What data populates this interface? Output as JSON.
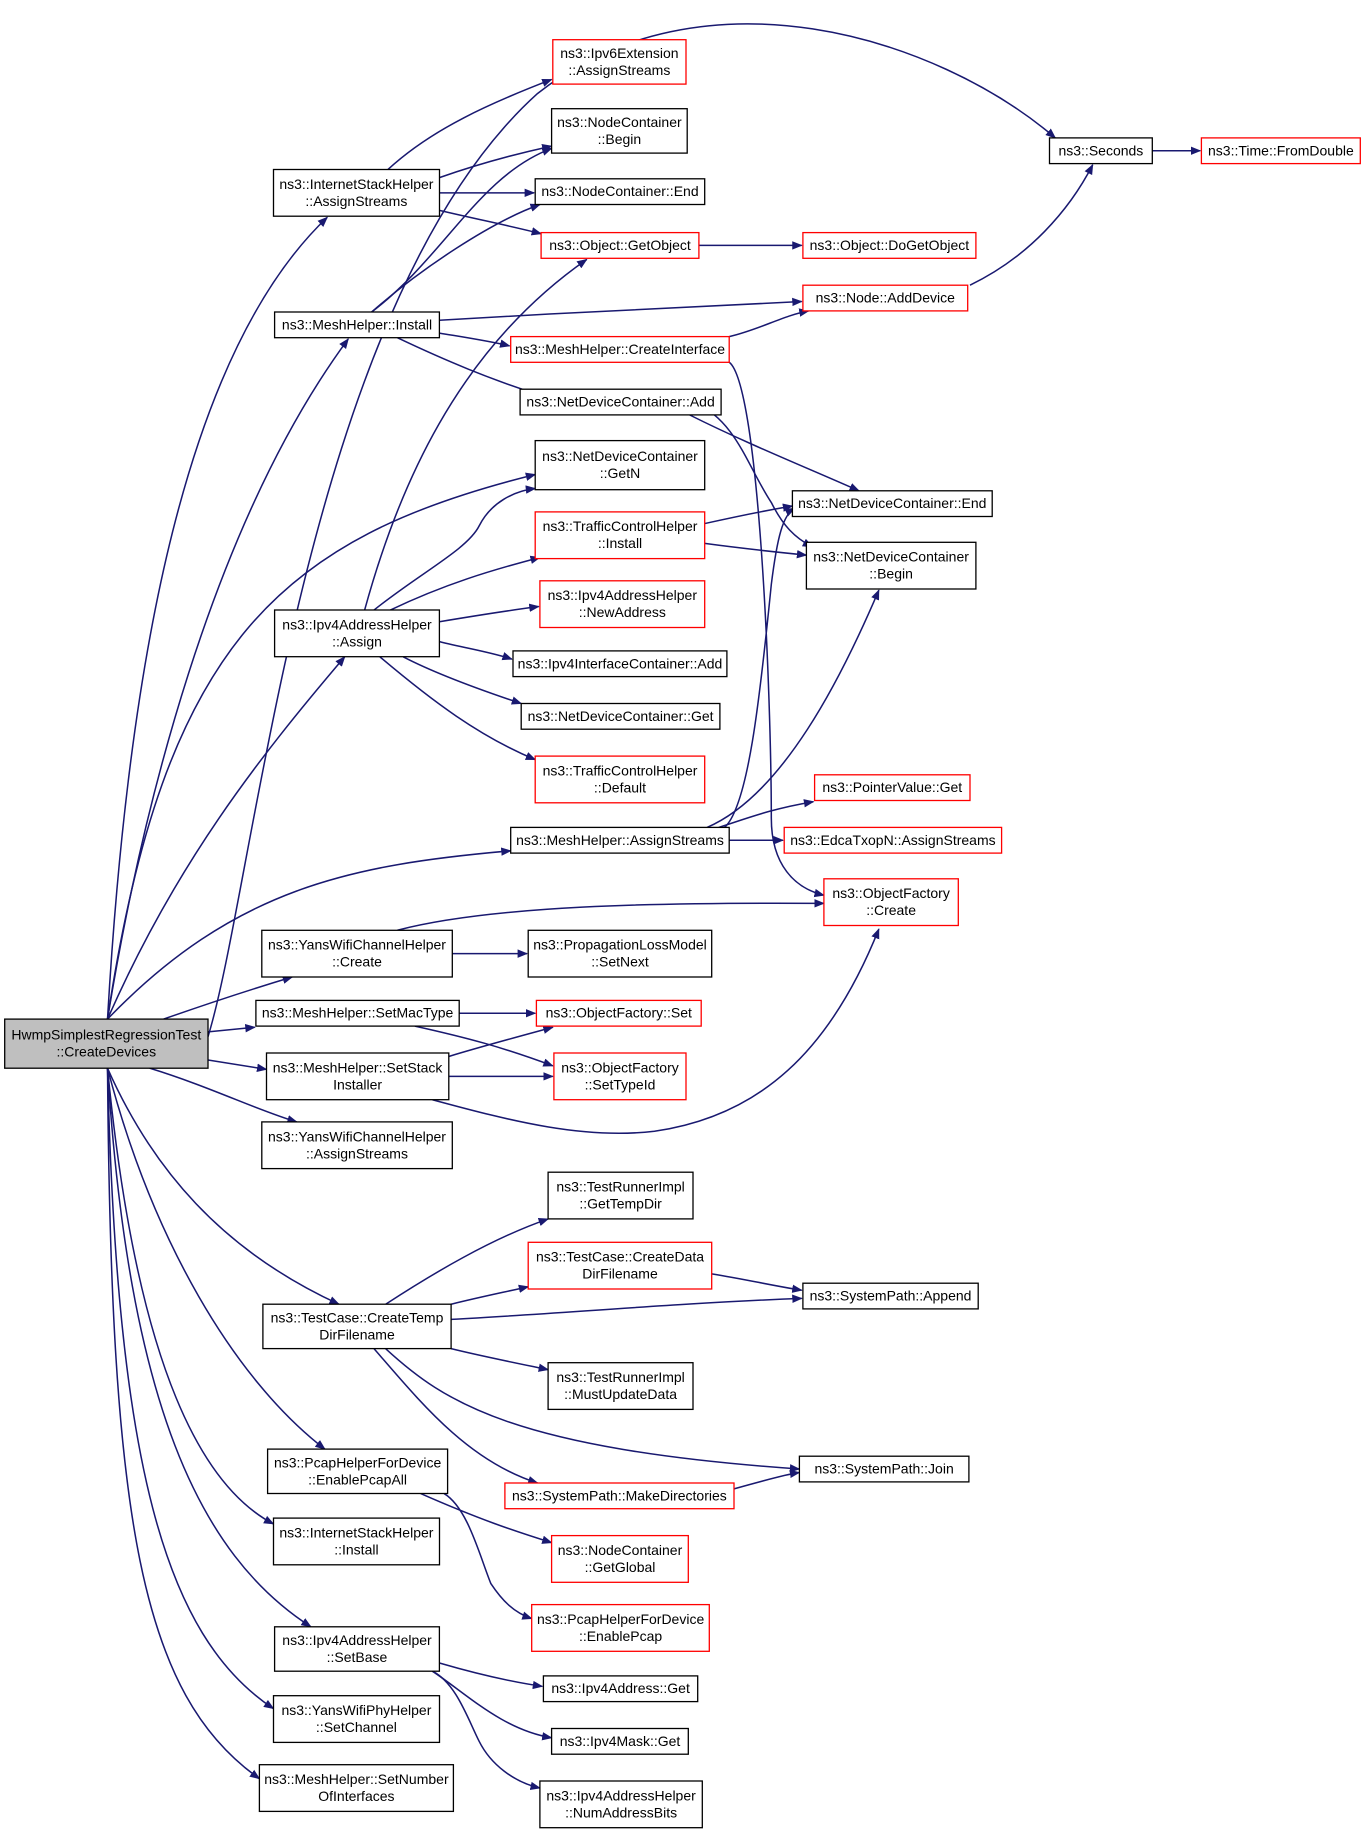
{
  "colors": {
    "edge": "#191970",
    "node_border_default": "#000000",
    "node_border_highlight": "#ff0000",
    "root_fill": "#bfbfbf",
    "node_fill": "#ffffff"
  },
  "nodes": [
    {
      "id": "root",
      "lines": [
        "HwmpSimplestRegressionTest",
        "::CreateDevices"
      ],
      "style": "root"
    },
    {
      "id": "ish_assign",
      "lines": [
        "ns3::InternetStackHelper",
        "::AssignStreams"
      ],
      "style": "normal"
    },
    {
      "id": "ipv6ext",
      "lines": [
        "ns3::Ipv6Extension",
        "::AssignStreams"
      ],
      "style": "red"
    },
    {
      "id": "nc_begin",
      "lines": [
        "ns3::NodeContainer",
        "::Begin"
      ],
      "style": "normal"
    },
    {
      "id": "nc_end",
      "lines": [
        "ns3::NodeContainer::End"
      ],
      "style": "normal"
    },
    {
      "id": "obj_get",
      "lines": [
        "ns3::Object::GetObject"
      ],
      "style": "red"
    },
    {
      "id": "obj_doget",
      "lines": [
        "ns3::Object::DoGetObject"
      ],
      "style": "red"
    },
    {
      "id": "seconds",
      "lines": [
        "ns3::Seconds"
      ],
      "style": "normal"
    },
    {
      "id": "fromdouble",
      "lines": [
        "ns3::Time::FromDouble"
      ],
      "style": "red"
    },
    {
      "id": "mesh_install",
      "lines": [
        "ns3::MeshHelper::Install"
      ],
      "style": "normal"
    },
    {
      "id": "node_add",
      "lines": [
        "ns3::Node::AddDevice"
      ],
      "style": "red"
    },
    {
      "id": "mesh_create_if",
      "lines": [
        "ns3::MeshHelper::CreateInterface"
      ],
      "style": "red"
    },
    {
      "id": "ndc_add",
      "lines": [
        "ns3::NetDeviceContainer::Add"
      ],
      "style": "normal"
    },
    {
      "id": "ndc_getn",
      "lines": [
        "ns3::NetDeviceContainer",
        "::GetN"
      ],
      "style": "normal"
    },
    {
      "id": "ndc_end",
      "lines": [
        "ns3::NetDeviceContainer::End"
      ],
      "style": "normal"
    },
    {
      "id": "tch_install",
      "lines": [
        "ns3::TrafficControlHelper",
        "::Install"
      ],
      "style": "red"
    },
    {
      "id": "ndc_begin",
      "lines": [
        "ns3::NetDeviceContainer",
        "::Begin"
      ],
      "style": "normal"
    },
    {
      "id": "ipv4ah_assign",
      "lines": [
        "ns3::Ipv4AddressHelper",
        "::Assign"
      ],
      "style": "normal"
    },
    {
      "id": "ipv4ah_newaddr",
      "lines": [
        "ns3::Ipv4AddressHelper",
        "::NewAddress"
      ],
      "style": "red"
    },
    {
      "id": "ipv4ic_add",
      "lines": [
        "ns3::Ipv4InterfaceContainer::Add"
      ],
      "style": "normal"
    },
    {
      "id": "ndc_get",
      "lines": [
        "ns3::NetDeviceContainer::Get"
      ],
      "style": "normal"
    },
    {
      "id": "tch_default",
      "lines": [
        "ns3::TrafficControlHelper",
        "::Default"
      ],
      "style": "red"
    },
    {
      "id": "ptr_get",
      "lines": [
        "ns3::PointerValue::Get"
      ],
      "style": "red"
    },
    {
      "id": "mesh_assign",
      "lines": [
        "ns3::MeshHelper::AssignStreams"
      ],
      "style": "normal"
    },
    {
      "id": "edca_assign",
      "lines": [
        "ns3::EdcaTxopN::AssignStreams"
      ],
      "style": "red"
    },
    {
      "id": "of_create",
      "lines": [
        "ns3::ObjectFactory",
        "::Create"
      ],
      "style": "red"
    },
    {
      "id": "ywch_create",
      "lines": [
        "ns3::YansWifiChannelHelper",
        "::Create"
      ],
      "style": "normal"
    },
    {
      "id": "plm_setnext",
      "lines": [
        "ns3::PropagationLossModel",
        "::SetNext"
      ],
      "style": "normal"
    },
    {
      "id": "mesh_setmac",
      "lines": [
        "ns3::MeshHelper::SetMacType"
      ],
      "style": "normal"
    },
    {
      "id": "of_set",
      "lines": [
        "ns3::ObjectFactory::Set"
      ],
      "style": "red"
    },
    {
      "id": "mesh_setstack",
      "lines": [
        "ns3::MeshHelper::SetStack",
        "Installer"
      ],
      "style": "normal"
    },
    {
      "id": "of_settypeid",
      "lines": [
        "ns3::ObjectFactory",
        "::SetTypeId"
      ],
      "style": "red"
    },
    {
      "id": "ywch_assign",
      "lines": [
        "ns3::YansWifiChannelHelper",
        "::AssignStreams"
      ],
      "style": "normal"
    },
    {
      "id": "tri_gettemp",
      "lines": [
        "ns3::TestRunnerImpl",
        "::GetTempDir"
      ],
      "style": "normal"
    },
    {
      "id": "tc_createdata",
      "lines": [
        "ns3::TestCase::CreateData",
        "DirFilename"
      ],
      "style": "red"
    },
    {
      "id": "sp_append",
      "lines": [
        "ns3::SystemPath::Append"
      ],
      "style": "normal"
    },
    {
      "id": "tc_createtemp",
      "lines": [
        "ns3::TestCase::CreateTemp",
        "DirFilename"
      ],
      "style": "normal"
    },
    {
      "id": "tri_mustupdate",
      "lines": [
        "ns3::TestRunnerImpl",
        "::MustUpdateData"
      ],
      "style": "normal"
    },
    {
      "id": "sp_join",
      "lines": [
        "ns3::SystemPath::Join"
      ],
      "style": "normal"
    },
    {
      "id": "sp_makedirs",
      "lines": [
        "ns3::SystemPath::MakeDirectories"
      ],
      "style": "red"
    },
    {
      "id": "phfd_enableall",
      "lines": [
        "ns3::PcapHelperForDevice",
        "::EnablePcapAll"
      ],
      "style": "normal"
    },
    {
      "id": "nc_getglobal",
      "lines": [
        "ns3::NodeContainer",
        "::GetGlobal"
      ],
      "style": "red"
    },
    {
      "id": "ish_install",
      "lines": [
        "ns3::InternetStackHelper",
        "::Install"
      ],
      "style": "normal"
    },
    {
      "id": "phfd_enable",
      "lines": [
        "ns3::PcapHelperForDevice",
        "::EnablePcap"
      ],
      "style": "red"
    },
    {
      "id": "ipv4ah_setbase",
      "lines": [
        "ns3::Ipv4AddressHelper",
        "::SetBase"
      ],
      "style": "normal"
    },
    {
      "id": "ipv4addr_get",
      "lines": [
        "ns3::Ipv4Address::Get"
      ],
      "style": "normal"
    },
    {
      "id": "ipv4mask_get",
      "lines": [
        "ns3::Ipv4Mask::Get"
      ],
      "style": "normal"
    },
    {
      "id": "ywph_setchannel",
      "lines": [
        "ns3::YansWifiPhyHelper",
        "::SetChannel"
      ],
      "style": "normal"
    },
    {
      "id": "ipv4ah_numbits",
      "lines": [
        "ns3::Ipv4AddressHelper",
        "::NumAddressBits"
      ],
      "style": "normal"
    },
    {
      "id": "mesh_setnumif",
      "lines": [
        "ns3::MeshHelper::SetNumber",
        "OfInterfaces"
      ],
      "style": "normal"
    }
  ]
}
